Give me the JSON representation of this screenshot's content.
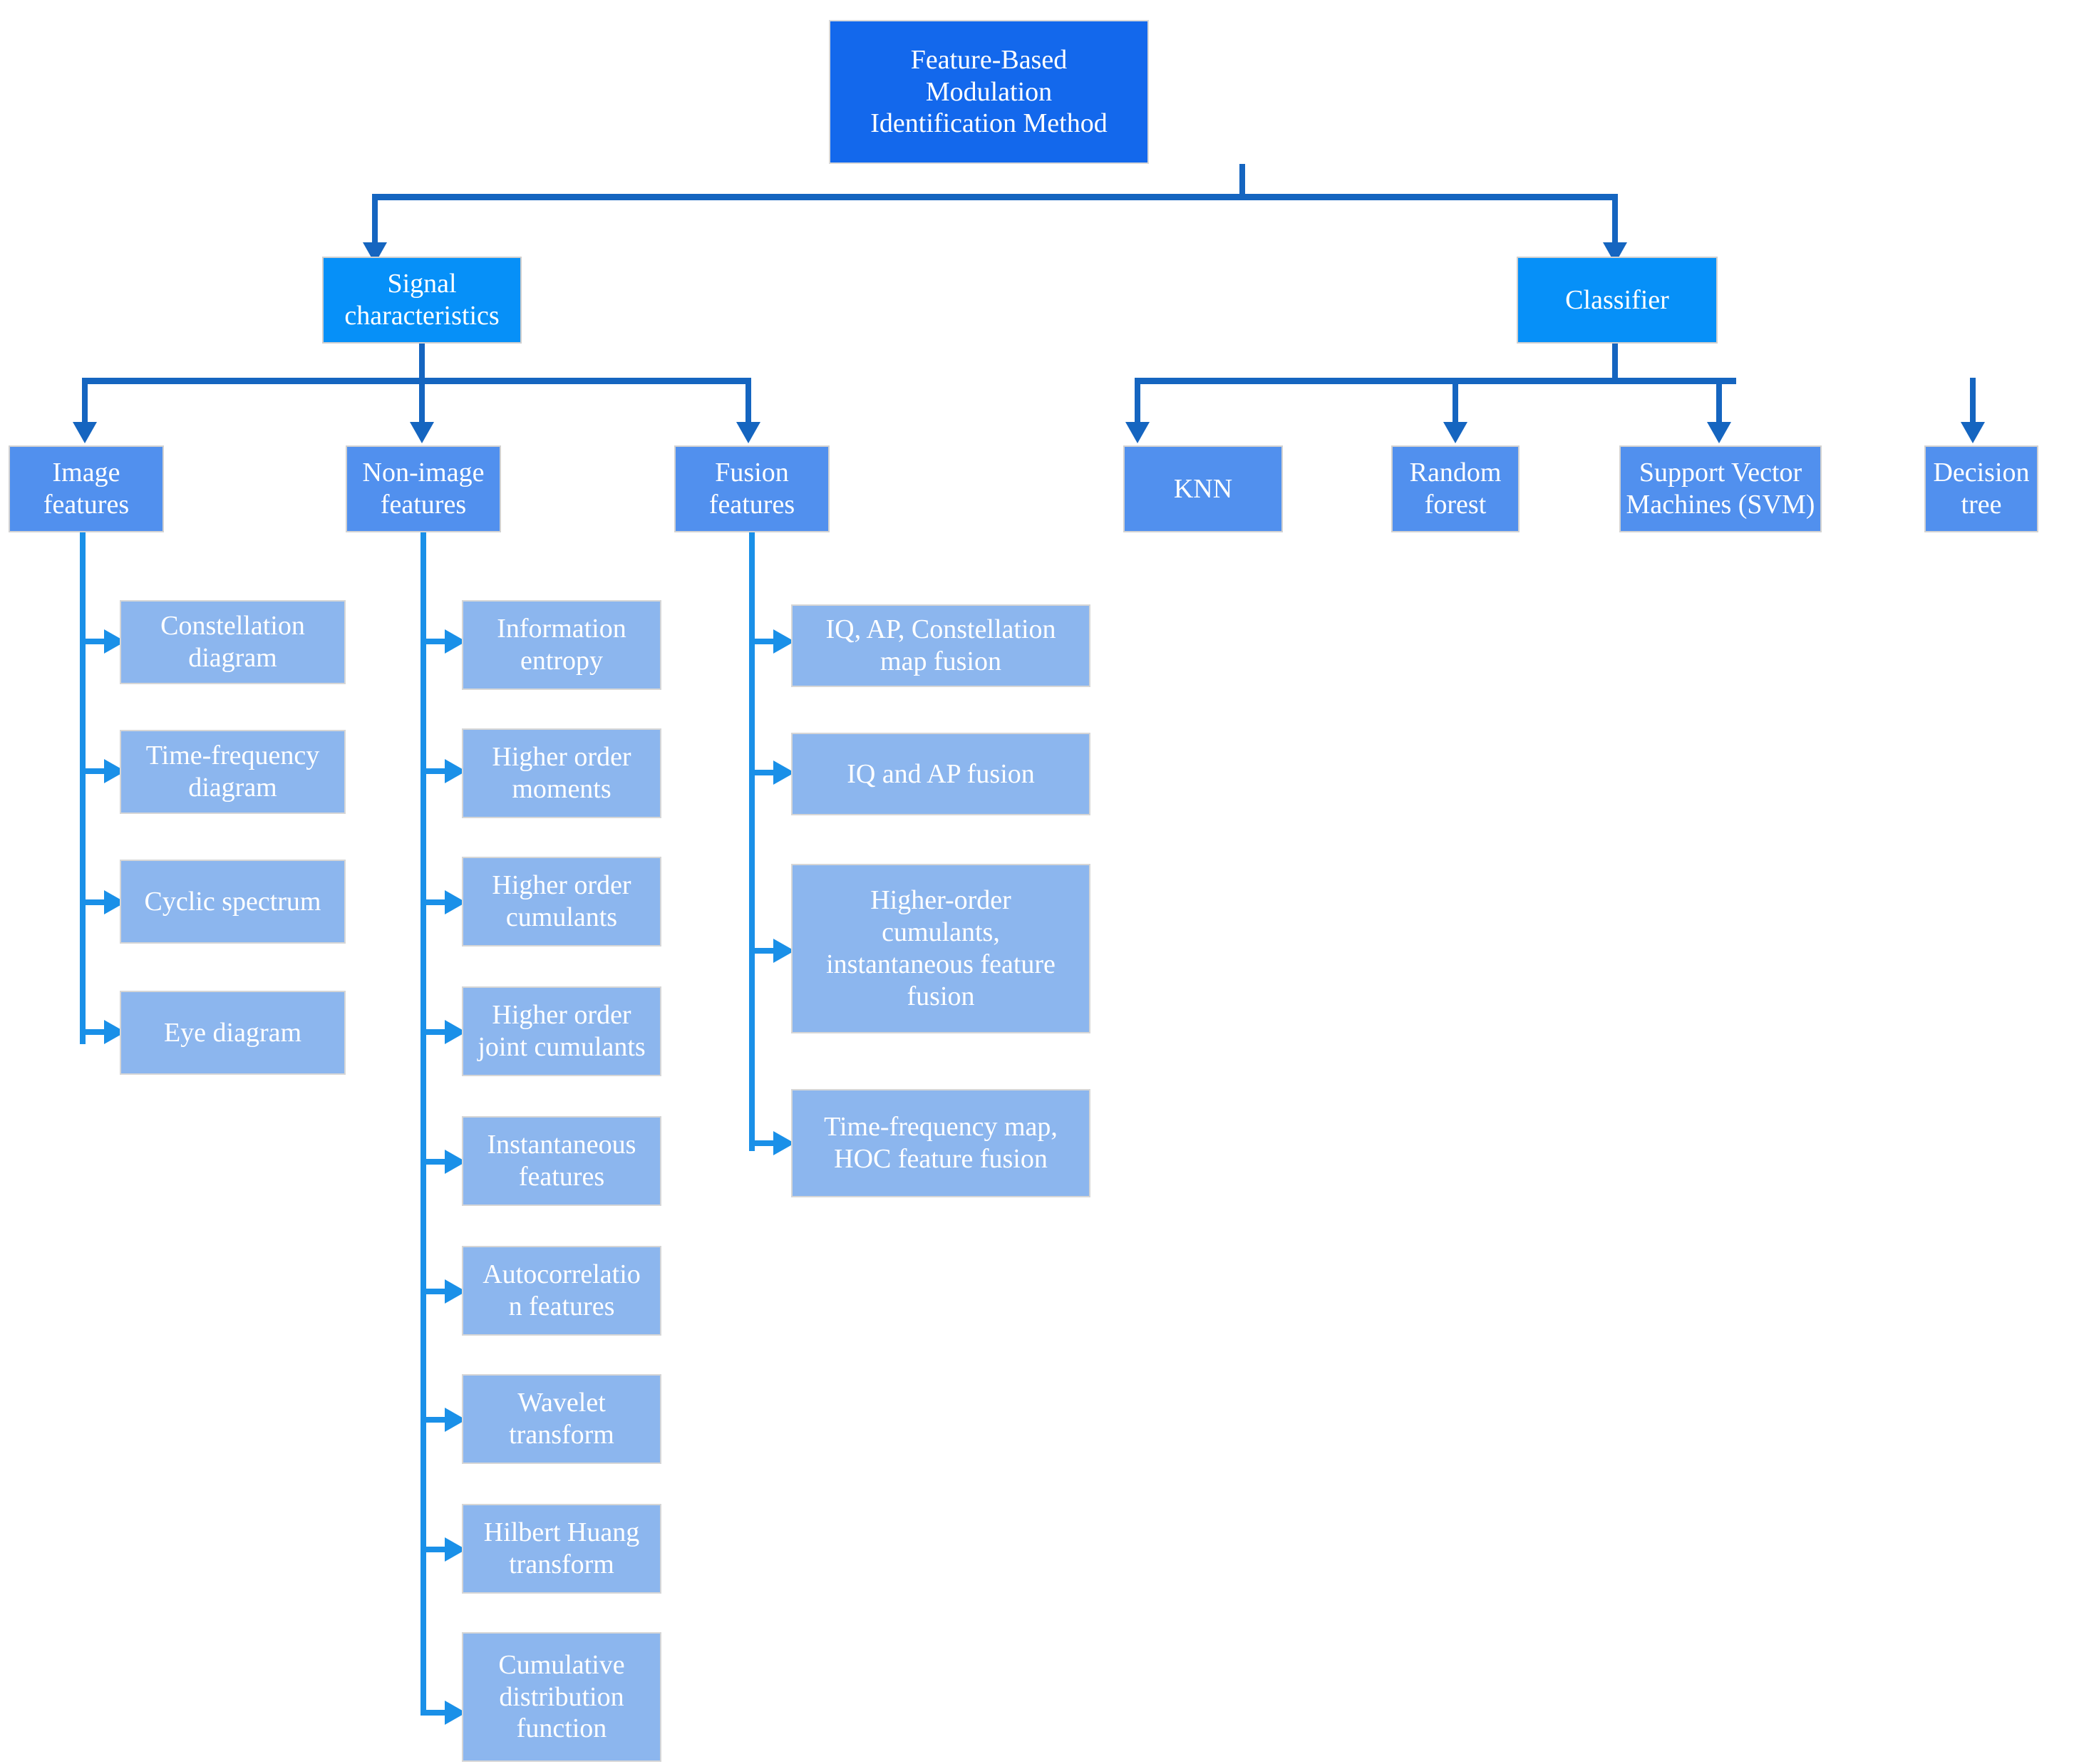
{
  "diagram": {
    "title": "Feature-Based Modulation Identification Method",
    "colors": {
      "root": "#1368ec",
      "level2": "#0690f8",
      "level3": "#5190ee",
      "leaf": "#8cb6ee",
      "connector_dark": "#1565c0",
      "connector_light": "#1a90e8",
      "text": "#ffffff",
      "background": "#ffffff"
    },
    "root": {
      "label": "Feature-Based\nModulation\nIdentification Method"
    },
    "level2": [
      {
        "label": "Signal\ncharacteristics"
      },
      {
        "label": "Classifier"
      }
    ],
    "signal_characteristics_children": [
      {
        "label": "Image\nfeatures"
      },
      {
        "label": "Non-image\nfeatures"
      },
      {
        "label": "Fusion\nfeatures"
      }
    ],
    "image_features": [
      {
        "label": "Constellation\ndiagram"
      },
      {
        "label": "Time-frequency\ndiagram"
      },
      {
        "label": "Cyclic spectrum"
      },
      {
        "label": "Eye diagram"
      }
    ],
    "non_image_features": [
      {
        "label": "Information\nentropy"
      },
      {
        "label": "Higher order\nmoments"
      },
      {
        "label": "Higher order\ncumulants"
      },
      {
        "label": "Higher order\njoint cumulants"
      },
      {
        "label": "Instantaneous\nfeatures"
      },
      {
        "label": "Autocorrelatio\nn features"
      },
      {
        "label": "Wavelet\ntransform"
      },
      {
        "label": "Hilbert Huang\ntransform"
      },
      {
        "label": "Cumulative\ndistribution\nfunction"
      }
    ],
    "fusion_features": [
      {
        "label": "IQ, AP, Constellation\nmap fusion"
      },
      {
        "label": "IQ and AP fusion"
      },
      {
        "label": "Higher-order\ncumulants,\ninstantaneous feature\nfusion"
      },
      {
        "label": "Time-frequency map,\nHOC feature fusion"
      }
    ],
    "classifiers": [
      {
        "label": "KNN"
      },
      {
        "label": "Random\nforest"
      },
      {
        "label": "Support Vector\nMachines (SVM)"
      },
      {
        "label": "Decision\ntree"
      }
    ]
  }
}
